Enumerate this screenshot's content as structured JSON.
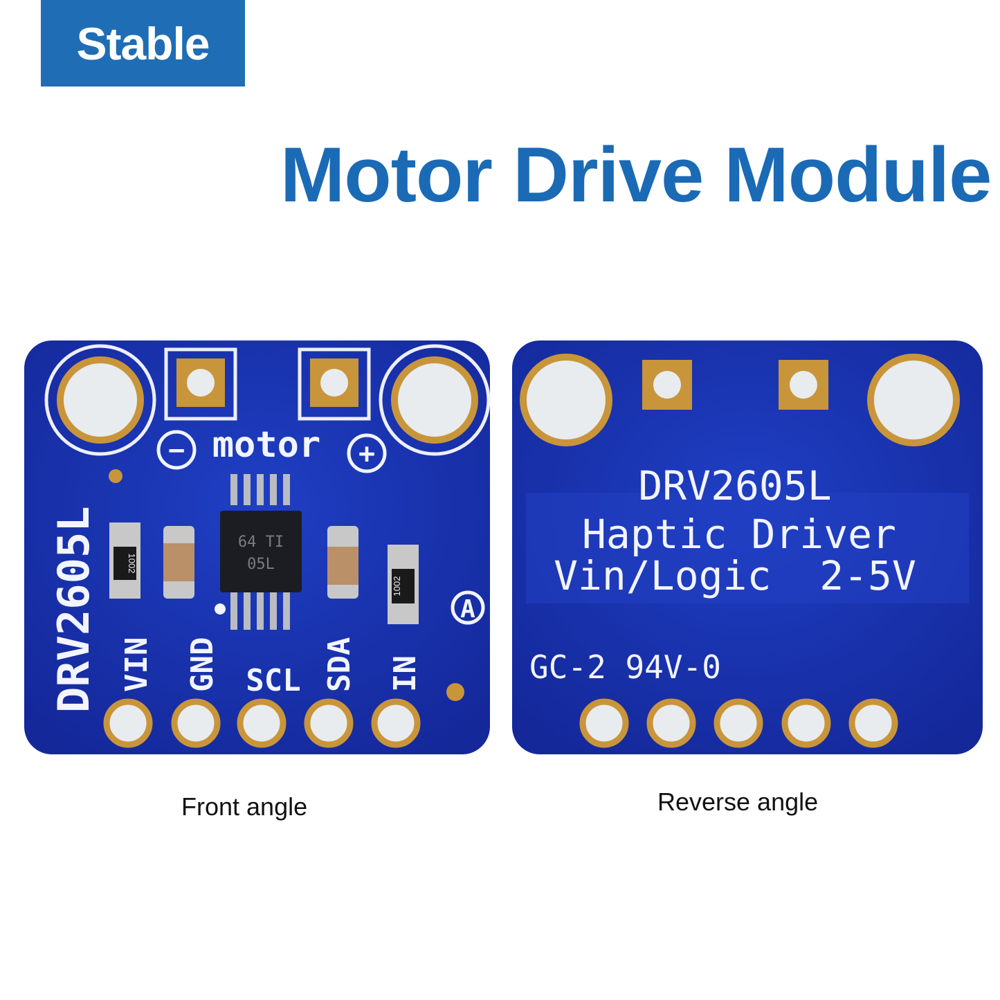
{
  "badge": {
    "label": "Stable"
  },
  "title": "Motor Drive Module",
  "front": {
    "caption": "Front angle",
    "board_name": "DRV2605L",
    "motor_label": "motor",
    "minus": "−",
    "plus": "+",
    "mark_a": "A",
    "chip_line1": "64 TI",
    "chip_line2": "05L",
    "resistor_code": "1002",
    "pins": [
      "VIN",
      "GND",
      "SCL",
      "SDA",
      "IN"
    ]
  },
  "back": {
    "caption": "Reverse angle",
    "line1": "DRV2605L",
    "line2": "Haptic Driver",
    "line3": "Vin/Logic  2-5V",
    "line4": "GC-2 94V-0"
  },
  "colors": {
    "brand": "#1f6db5",
    "pcb": "#1a33b0",
    "gold": "#c9953a"
  }
}
